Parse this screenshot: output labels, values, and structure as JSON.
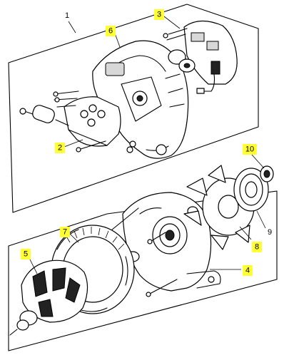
{
  "diagram": {
    "group_label": "1",
    "callouts": [
      {
        "id": "c2",
        "label": "2"
      },
      {
        "id": "c3",
        "label": "3"
      },
      {
        "id": "c4",
        "label": "4"
      },
      {
        "id": "c5",
        "label": "5"
      },
      {
        "id": "c6",
        "label": "6"
      },
      {
        "id": "c7",
        "label": "7"
      },
      {
        "id": "c8",
        "label": "8"
      },
      {
        "id": "c9",
        "label": "9"
      },
      {
        "id": "c10",
        "label": "10"
      }
    ],
    "highlight_color": "#ffff33"
  }
}
